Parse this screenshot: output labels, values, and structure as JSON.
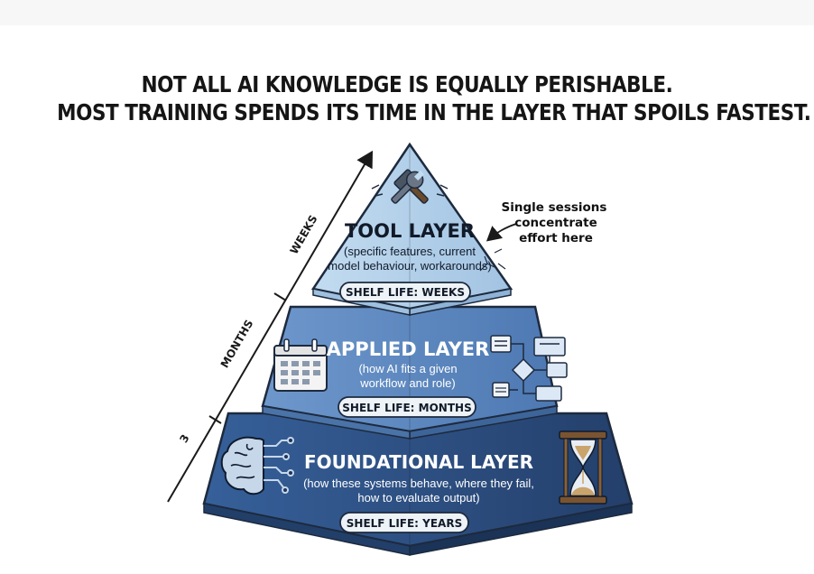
{
  "title": {
    "line1": "NOT ALL AI KNOWLEDGE IS EQUALLY PERISHABLE.",
    "line2": "MOST TRAINING SPENDS ITS TIME IN THE LAYER THAT SPOILS FASTEST."
  },
  "axis": {
    "weeks": "WEEKS",
    "months": "MONTHS",
    "years": "3"
  },
  "layers": {
    "tool": {
      "title": "TOOL LAYER",
      "desc1": "(specific features, current",
      "desc2": "model behaviour, workarounds)",
      "shelf": "SHELF LIFE: WEEKS"
    },
    "applied": {
      "title": "APPLIED LAYER",
      "desc1": "(how AI fits a given",
      "desc2": "workflow and role)",
      "shelf": "SHELF LIFE: MONTHS"
    },
    "foundational": {
      "title": "FOUNDATIONAL LAYER",
      "desc1": "(how these systems behave, where they fail,",
      "desc2": "how to evaluate output)",
      "shelf": "SHELF LIFE: YEARS"
    }
  },
  "annotation": {
    "line1": "Single sessions",
    "line2": "concentrate",
    "line3": "effort here"
  },
  "colors": {
    "tool": "#aecde8",
    "applied": "#5b86bf",
    "foundational": "#2c4f80",
    "outline": "#1d2a3e"
  },
  "icons": [
    "tools-icon",
    "calendar-icon",
    "flowchart-icon",
    "brain-circuit-icon",
    "hourglass-icon"
  ]
}
